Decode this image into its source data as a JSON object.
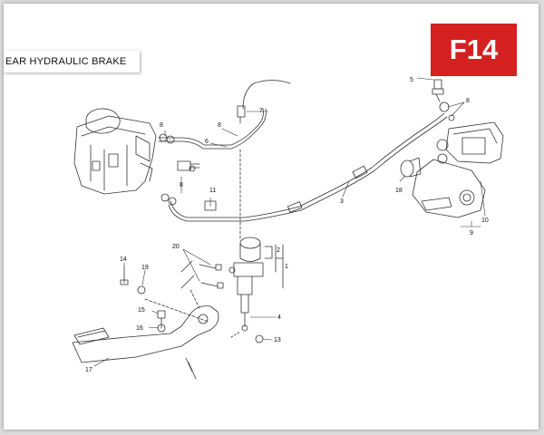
{
  "header": {
    "title": "EAR HYDRAULIC BRAKE",
    "badge": "F14"
  },
  "colors": {
    "badge_bg": "#d42020",
    "line": "#333333"
  },
  "callouts": [
    "1",
    "2",
    "3",
    "4",
    "5",
    "6",
    "7",
    "8",
    "9",
    "10",
    "11",
    "13",
    "14",
    "15",
    "16",
    "17",
    "18",
    "19",
    "20"
  ]
}
